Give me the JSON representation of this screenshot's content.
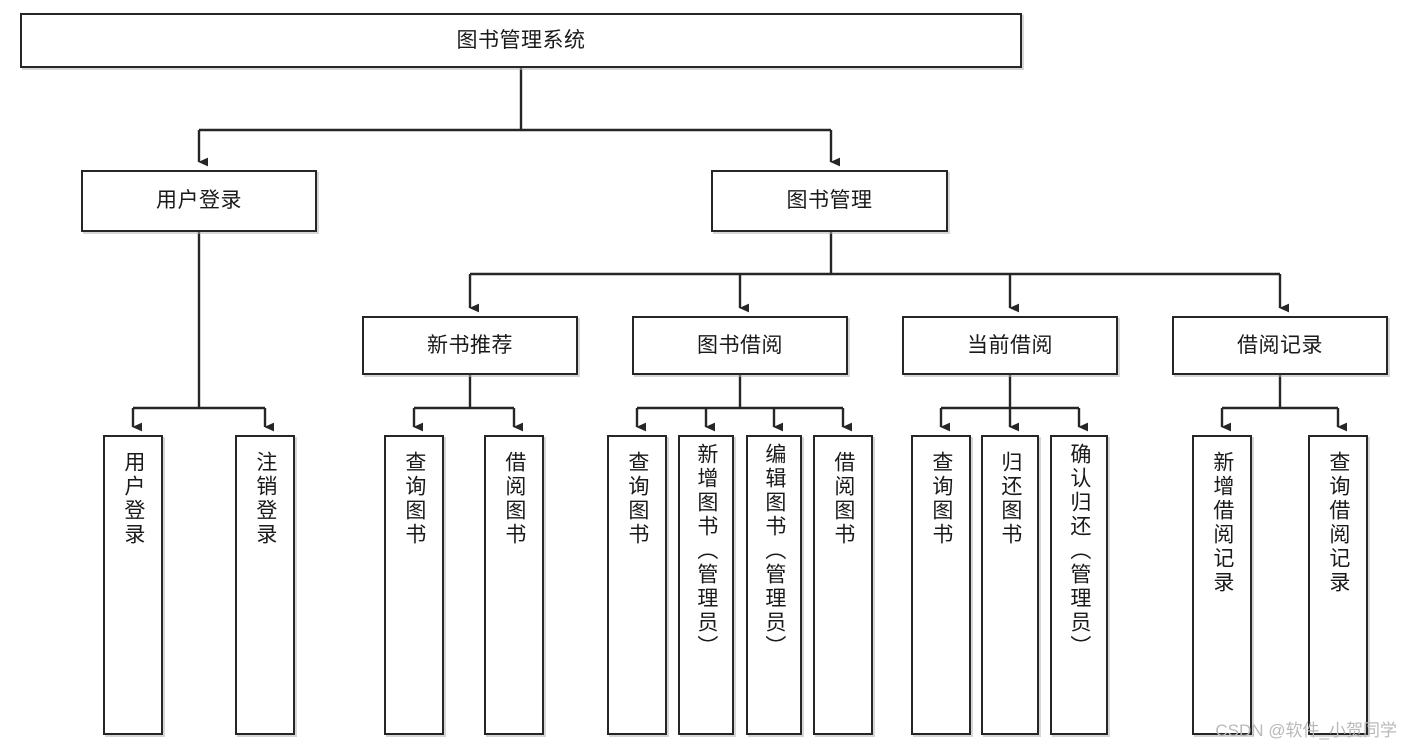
{
  "diagram": {
    "title": "图书管理系统",
    "type": "tree-hierarchy",
    "orientation": "top-down",
    "colors": {
      "box_border": "#262626",
      "box_fill": "#ffffff",
      "edge": "#262626",
      "text": "#1a1a1a",
      "watermark": "#b9b9b9",
      "background": "#ffffff"
    },
    "root": {
      "label": "图书管理系统"
    },
    "level2": [
      {
        "label": "用户登录"
      },
      {
        "label": "图书管理"
      }
    ],
    "level3": [
      {
        "label": "新书推荐"
      },
      {
        "label": "图书借阅"
      },
      {
        "label": "当前借阅"
      },
      {
        "label": "借阅记录"
      }
    ],
    "leaves": {
      "user_login": [
        {
          "label": "用户登录"
        },
        {
          "label": "注销登录"
        }
      ],
      "new_book": [
        {
          "label": "查询图书"
        },
        {
          "label": "借阅图书"
        }
      ],
      "book_borrow": [
        {
          "label": "查询图书"
        },
        {
          "label": "新增图书（管理员）"
        },
        {
          "label": "编辑图书（管理员）"
        },
        {
          "label": "借阅图书"
        }
      ],
      "current_borrow": [
        {
          "label": "查询图书"
        },
        {
          "label": "归还图书"
        },
        {
          "label": "确认归还（管理员）"
        }
      ],
      "borrow_record": [
        {
          "label": "新增借阅记录"
        },
        {
          "label": "查询借阅记录"
        }
      ]
    }
  },
  "watermark": {
    "text": "CSDN @软件_小贺同学"
  }
}
